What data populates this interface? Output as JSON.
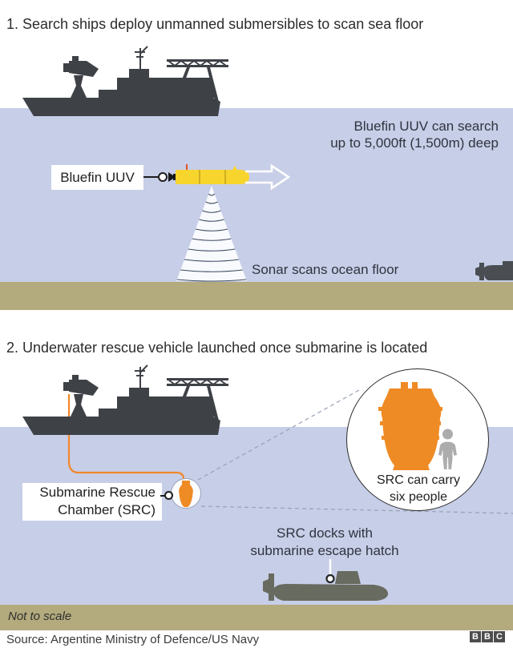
{
  "colors": {
    "water": "#c7cee7",
    "sand": "#b3aa7d",
    "ship": "#3e4247",
    "sub_dark": "#4a4e53",
    "sub_gray": "#676b60",
    "uuv_yellow": "#f7d52d",
    "orange": "#ef8b25"
  },
  "section1": {
    "title": "1. Search ships deploy unmanned submersibles to scan sea floor",
    "depth_note_line1": "Bluefin UUV can search",
    "depth_note_line2": "up to 5,000ft (1,500m) deep",
    "uuv_label": "Bluefin UUV",
    "sonar_caption": "Sonar scans ocean floor"
  },
  "section2": {
    "title": "2. Underwater rescue vehicle launched once submarine is located",
    "src_label_line1": "Submarine Rescue",
    "src_label_line2": "Chamber (SRC)",
    "inset_caption_line1": "SRC can carry",
    "inset_caption_line2": "six people",
    "dock_caption_line1": "SRC docks with",
    "dock_caption_line2": "submarine escape hatch"
  },
  "footer": {
    "scale_note": "Not to scale",
    "source": "Source: Argentine Ministry of Defence/US Navy",
    "logo_letters": [
      "B",
      "B",
      "C"
    ]
  }
}
